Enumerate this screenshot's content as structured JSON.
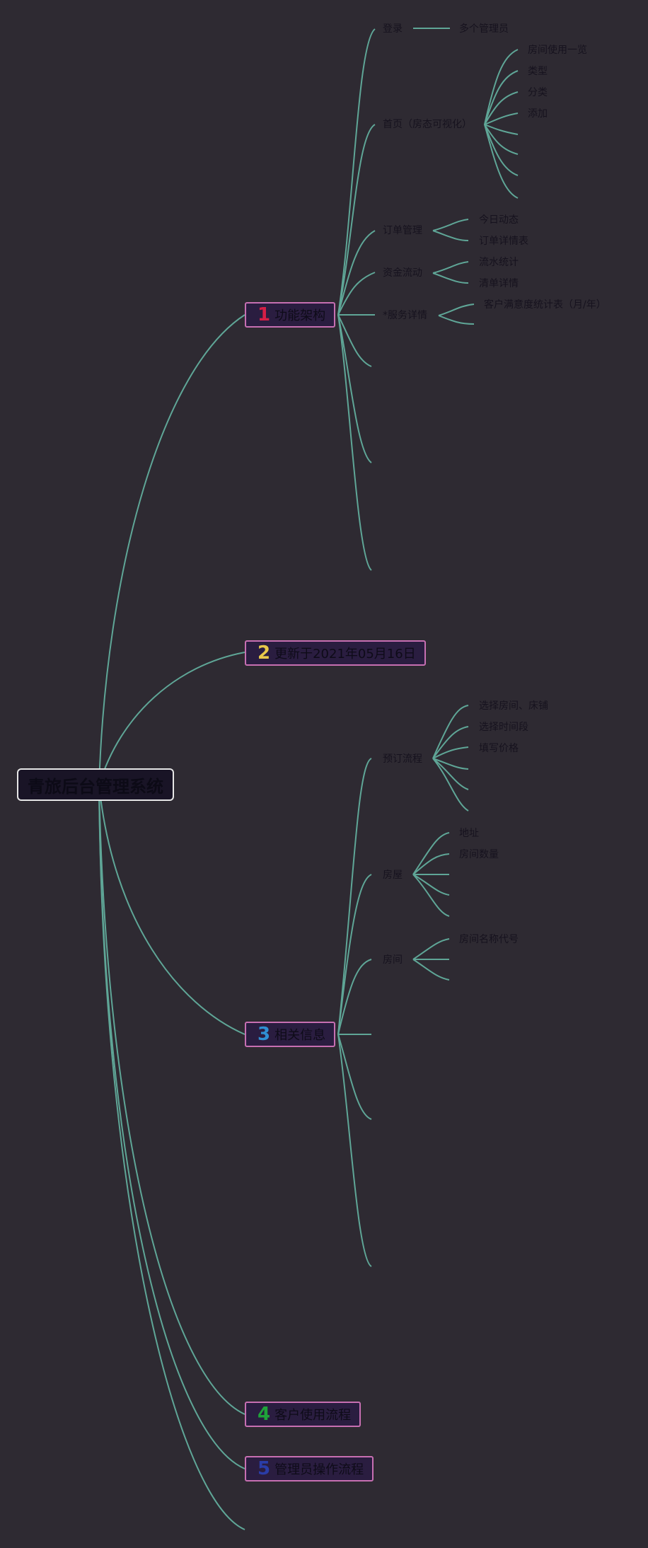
{
  "root": {
    "title": "青旅后台管理系统"
  },
  "topics": [
    {
      "num": "1",
      "num_color": "#d51f46",
      "label": "功能架构"
    },
    {
      "num": "2",
      "num_color": "#e8c84a",
      "label": "更新于2021年05月16日"
    },
    {
      "num": "3",
      "num_color": "#2f8fd3",
      "label": "相关信息"
    },
    {
      "num": "4",
      "num_color": "#1fa33a",
      "label": "客户使用流程"
    },
    {
      "num": "5",
      "num_color": "#2a3da8",
      "label": "管理员操作流程"
    }
  ],
  "architecture": {
    "login": "登录",
    "login_sub": "多个管理员",
    "home": "首页（房态可视化）",
    "home_items": [
      "房间使用一览",
      "类型",
      "分类",
      "添加"
    ],
    "orders": "订单管理",
    "orders_items": [
      "今日动态",
      "订单详情表"
    ],
    "funds": "资金流动",
    "funds_items": [
      "流水统计",
      "清单详情"
    ],
    "service": "*服务详情",
    "service_items": [
      "客户满意度统计表（月/年）"
    ]
  },
  "related": {
    "booking": "预订流程",
    "booking_items": [
      "选择房间、床铺",
      "选择时间段",
      "填写价格"
    ],
    "house": "房屋",
    "house_items": [
      "地址",
      "房间数量"
    ],
    "room": "房间",
    "room_items": [
      "房间名称代号"
    ]
  }
}
